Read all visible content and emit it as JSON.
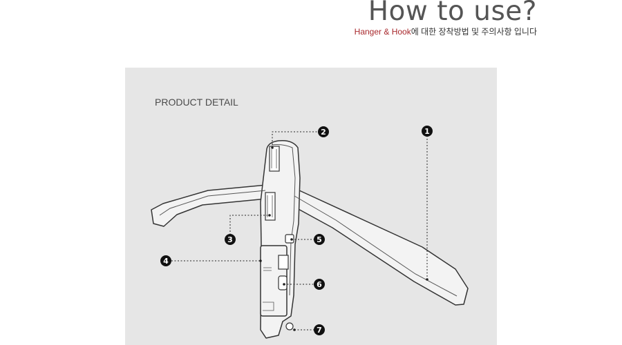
{
  "header": {
    "title": "How to use?",
    "subtitle_accent": "Hanger & Hook",
    "subtitle_rest": "에 대한 장착방법 및 주의사항 입니다"
  },
  "panel": {
    "label": "PRODUCT DETAIL"
  },
  "callouts": [
    {
      "number": "1"
    },
    {
      "number": "2"
    },
    {
      "number": "3"
    },
    {
      "number": "4"
    },
    {
      "number": "5"
    },
    {
      "number": "6"
    },
    {
      "number": "7"
    }
  ],
  "colors": {
    "accent": "#a8282c",
    "panel_background": "#e6e6e6",
    "title": "#555555",
    "outline": "#333333"
  }
}
